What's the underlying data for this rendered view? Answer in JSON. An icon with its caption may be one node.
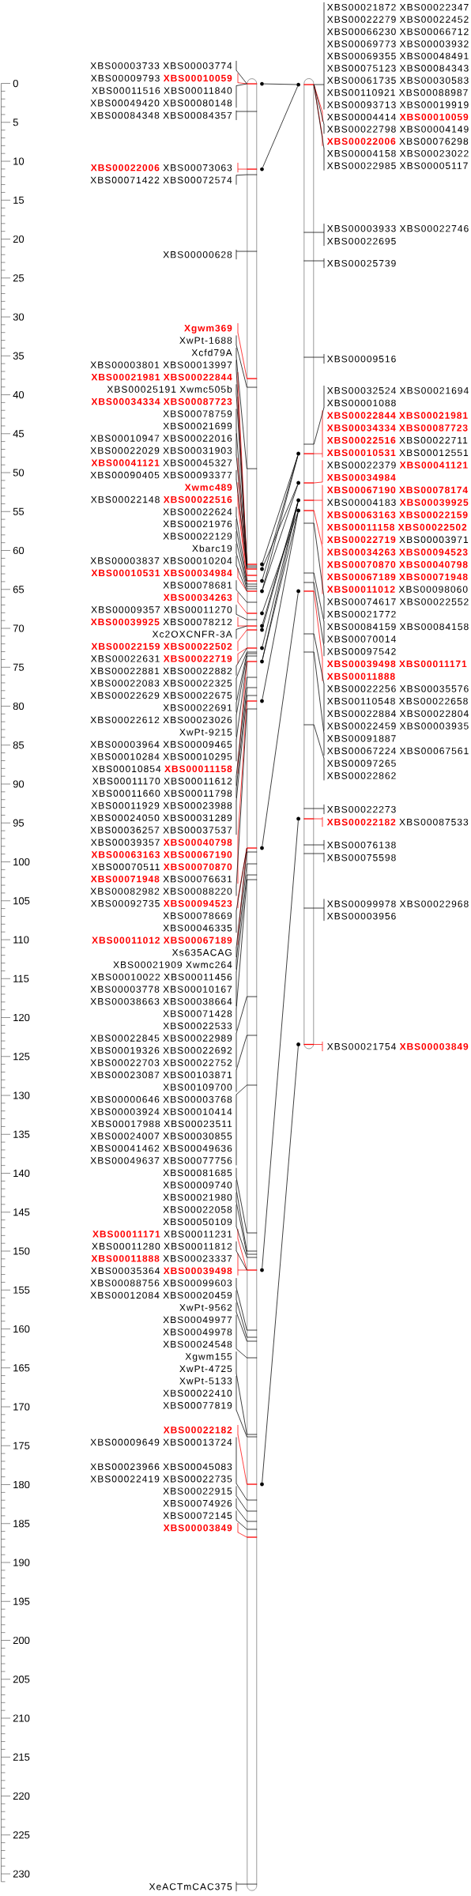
{
  "diagram": {
    "nodes": [
      {
        "text": [],
        "shape": "bar"
      },
      {
        "text": [],
        "shape": "bar"
      },
      {
        "text": [
          "XBS00003733 XBS00003774"
        ]
      },
      {
        "text": [
          "XBS00009793 **XBS00010059**"
        ]
      },
      {
        "text": [
          "XBS00011516 XBS00011840"
        ]
      },
      {
        "text": [
          "XBS00049420 XBS00080148"
        ]
      },
      {
        "text": [
          "XBS00084348 XBS00084357"
        ]
      },
      {
        "text": [
          "**XBS00022006** XBS00073063"
        ]
      },
      {
        "text": [
          "XBS00071422 XBS00072574"
        ]
      },
      {
        "text": [
          "XBS00000628"
        ]
      },
      {
        "text": [
          "Xgwm369"
        ]
      },
      {
        "text": [
          "XwPt-1688"
        ]
      },
      {
        "text": [
          "Xcfd79A"
        ]
      },
      {
        "text": [
          "XBS00003801 XBS00013997"
        ]
      },
      {
        "text": [
          "XBS00021981 XBS00022844"
        ]
      },
      {
        "text": [
          "XBS00025191 Xwmc505b"
        ]
      },
      {
        "text": [
          "XBS00034334 XBS00087723"
        ]
      },
      {
        "text": [
          "XBS00078759"
        ]
      },
      {
        "text": [
          "XBS00021699"
        ]
      },
      {
        "text": [
          "XBS00010947 XBS00022016"
        ]
      },
      {
        "text": [
          "XBS00022029 XBS00031903"
        ]
      },
      {
        "text": [
          "**XBS00041121** XBS00045327"
        ]
      },
      {
        "text": [
          "XBS00090405 XBS00093377"
        ]
      },
      {
        "text": [
          "Xwmc489"
        ]
      },
      {
        "text": [
          "XBS00022148 **XBS00022516**"
        ]
      },
      {
        "text": [
          "XBS00022624"
        ]
      },
      {
        "text": [
          "XBS00021976"
        ]
      },
      {
        "text": [
          "XBS00022129"
        ]
      },
      {
        "text": [
          "Xbarc19"
        ]
      },
      {
        "text": [
          "XBS00003837 XBS00010204"
        ]
      },
      {
        "text": [
          "XBS00010531 XBS00034984"
        ]
      },
      {
        "text": [
          "XBS00078681"
        ]
      },
      {
        "text": [
          "XBS00034263"
        ]
      },
      {
        "text": [
          "XBS00009357 XBS00011270"
        ]
      },
      {
        "text": [
          "**XBS00039925** XBS00078212"
        ]
      },
      {
        "text": [
          "Xc2OXCNFR-3A"
        ]
      },
      {
        "text": [
          "XBS00022159 XBS00022502"
        ]
      },
      {
        "text": [
          "XBS00022631 **XBS00022719**"
        ]
      },
      {
        "text": [
          "XBS00022881 XBS00022882"
        ]
      },
      {
        "text": [
          "XBS00022083 XBS00022325"
        ]
      },
      {
        "text": [
          "XBS00022629 XBS00022675"
        ]
      },
      {
        "text": [
          "XBS00022691"
        ]
      },
      {
        "text": [
          "XBS00022612 XBS00023026"
        ]
      },
      {
        "text": [
          "XwPt-9215"
        ]
      },
      {
        "text": [
          "XBS00003964 XBS00009465"
        ]
      },
      {
        "text": [
          "XBS00010284 XBS00010295"
        ]
      },
      {
        "text": [
          "XBS00010854 **XBS00011158**"
        ]
      },
      {
        "text": [
          "XBS00011170 XBS00011612"
        ]
      },
      {
        "text": [
          "XBS00011660 XBS00011798"
        ]
      },
      {
        "text": [
          "XBS00011929 XBS00023988"
        ]
      },
      {
        "text": [
          "XBS00024050 XBS00031289"
        ]
      },
      {
        "text": [
          "XBS00036257 XBS00037537"
        ]
      },
      {
        "text": [
          "XBS00039357 **XBS00040798**"
        ]
      },
      {
        "text": [
          "XBS00063163 XBS00067190"
        ]
      },
      {
        "text": [
          "XBS00070511 **XBS00070870**"
        ]
      },
      {
        "text": [
          "**XBS00071948** XBS00076631"
        ]
      },
      {
        "text": [
          "XBS00082982 XBS00088220"
        ]
      },
      {
        "text": [
          "XBS00092735 **XBS00094523**"
        ]
      },
      {
        "text": [
          "XBS00078669"
        ]
      },
      {
        "text": [
          "XBS00046335"
        ]
      },
      {
        "text": [
          "XBS00011012 XBS00067189"
        ]
      },
      {
        "text": [
          "Xs635ACAG"
        ]
      },
      {
        "text": [
          "XBS00021909 Xwmc264"
        ]
      },
      {
        "text": [
          "XBS00010022 XBS00011456"
        ]
      },
      {
        "text": [
          "XBS00003778 XBS00010167"
        ]
      },
      {
        "text": [
          "XBS00038663 XBS00038664"
        ]
      },
      {
        "text": [
          "XBS00071428"
        ]
      },
      {
        "text": [
          "XBS00022533"
        ]
      },
      {
        "text": [
          "XBS00022845 XBS00022989"
        ]
      },
      {
        "text": [
          "XBS00019326 XBS00022692"
        ]
      },
      {
        "text": [
          "XBS00022703 XBS00022752"
        ]
      },
      {
        "text": [
          "XBS00023087 XBS00103871"
        ]
      },
      {
        "text": [
          "XBS00109700"
        ]
      },
      {
        "text": [
          "XBS00000646 XBS00003768"
        ]
      },
      {
        "text": [
          "XBS00003924 XBS00010414"
        ]
      },
      {
        "text": [
          "XBS00017988 XBS00023511"
        ]
      },
      {
        "text": [
          "XBS00024007 XBS00030855"
        ]
      },
      {
        "text": [
          "XBS00041462 XBS00049636"
        ]
      },
      {
        "text": [
          "XBS00049637 XBS00077756"
        ]
      },
      {
        "text": [
          "XBS00081685"
        ]
      },
      {
        "text": [
          "XBS00009740"
        ]
      },
      {
        "text": [
          "XBS00021980"
        ]
      },
      {
        "text": [
          "XBS00022058"
        ]
      },
      {
        "text": [
          "XBS00050109"
        ]
      },
      {
        "text": [
          "**XBS00011171** XBS00011231"
        ]
      },
      {
        "text": [
          "XBS00011280 XBS00011812"
        ]
      },
      {
        "text": [
          "**XBS00011888** XBS00023337"
        ]
      },
      {
        "text": [
          "XBS00035364 **XBS00039498**"
        ]
      },
      {
        "text": [
          "XBS00088756 XBS00099603"
        ]
      },
      {
        "text": [
          "XBS00012084 XBS00020459"
        ]
      },
      {
        "text": [
          "XwPt-9562"
        ]
      },
      {
        "text": [
          "XBS00049977"
        ]
      },
      {
        "text": [
          "XBS00049978"
        ]
      },
      {
        "text": [
          "XBS00024548"
        ]
      },
      {
        "text": [
          "Xgwm155"
        ]
      },
      {
        "text": [
          "XwPt-4725"
        ]
      },
      {
        "text": [
          "XwPt-5133"
        ]
      },
      {
        "text": [
          "XBS00022410"
        ]
      },
      {
        "text": [
          "XBS00077819"
        ]
      },
      {
        "text": [
          "XBS00022182"
        ]
      },
      {
        "text": [
          "XBS00009649 XBS00013724"
        ]
      },
      {
        "text": [
          "XBS00023966 XBS00045083"
        ]
      },
      {
        "text": [
          "XBS00022419 XBS00022735"
        ]
      },
      {
        "text": [
          "XBS00022915"
        ]
      },
      {
        "text": [
          "XBS00074926"
        ]
      },
      {
        "text": [
          "XBS00072145"
        ]
      },
      {
        "text": [
          "XBS00003849"
        ]
      },
      {
        "text": [
          "XeACTmCAC375"
        ]
      },
      {
        "text": [
          "XBS00021872 XBS00022347"
        ]
      },
      {
        "text": [
          "XBS00022279 XBS00022452"
        ]
      },
      {
        "text": [
          "XBS00066230 XBS00066712"
        ]
      },
      {
        "text": [
          "XBS00069773 XBS00003932"
        ]
      },
      {
        "text": [
          "XBS00069355 XBS00048491"
        ]
      },
      {
        "text": [
          "XBS00075123 XBS00084343"
        ]
      },
      {
        "text": [
          "XBS00061735 XBS00030583"
        ]
      },
      {
        "text": [
          "XBS00110921 XBS00088987"
        ]
      },
      {
        "text": [
          "XBS00093713 XBS00019919"
        ]
      },
      {
        "text": [
          "XBS00004414 **XBS00010059**"
        ]
      },
      {
        "text": [
          "XBS00022798 XBS00004149"
        ]
      },
      {
        "text": [
          "**XBS00022006** XBS00076298"
        ]
      },
      {
        "text": [
          "XBS00004158 XBS00023022"
        ]
      },
      {
        "text": [
          "XBS00022985 XBS00005117"
        ]
      },
      {
        "text": [
          "XBS00003933 XBS00022746"
        ]
      },
      {
        "text": [
          "XBS00022695"
        ]
      },
      {
        "text": [
          "XBS00025739"
        ]
      },
      {
        "text": [
          "XBS00009516"
        ]
      },
      {
        "text": [
          "XBS00032524 XBS00021694"
        ]
      },
      {
        "text": [
          "XBS00001088"
        ]
      },
      {
        "text": [
          "XBS00022844 XBS00021981"
        ]
      },
      {
        "text": [
          "XBS00034334 XBS00087723"
        ]
      },
      {
        "text": [
          "**XBS00022516** XBS00022711"
        ]
      },
      {
        "text": [
          "**XBS00010531** XBS00012551"
        ]
      },
      {
        "text": [
          "XBS00022379 **XBS00041121**"
        ]
      },
      {
        "text": [
          "XBS00034984"
        ]
      },
      {
        "text": [
          "XBS00067190 XBS00078174"
        ]
      },
      {
        "text": [
          "XBS00004183 **XBS00039925**"
        ]
      },
      {
        "text": [
          "XBS00063163 XBS00022159"
        ]
      },
      {
        "text": [
          "XBS00011158 XBS00022502"
        ]
      },
      {
        "text": [
          "**XBS00022719** XBS00003971"
        ]
      },
      {
        "text": [
          "XBS00034263 XBS00094523"
        ]
      },
      {
        "text": [
          "XBS00070870 XBS00040798"
        ]
      },
      {
        "text": [
          "XBS00067189 XBS00071948"
        ]
      },
      {
        "text": [
          "**XBS00011012** XBS00098060"
        ]
      },
      {
        "text": [
          "XBS00074617 XBS00022552"
        ]
      },
      {
        "text": [
          "XBS00021772"
        ]
      },
      {
        "text": [
          "XBS00084159 XBS00084158"
        ]
      },
      {
        "text": [
          "XBS00070014"
        ]
      },
      {
        "text": [
          "XBS00097542"
        ]
      },
      {
        "text": [
          "XBS00039498 XBS00011171"
        ]
      },
      {
        "text": [
          "XBS00011888"
        ]
      },
      {
        "text": [
          "XBS00022256 XBS00035576"
        ]
      },
      {
        "text": [
          "XBS00110548 XBS00022658"
        ]
      },
      {
        "text": [
          "XBS00022884 XBS00022804"
        ]
      },
      {
        "text": [
          "XBS00022459 XBS00003935"
        ]
      },
      {
        "text": [
          "XBS00091887"
        ]
      },
      {
        "text": [
          "XBS00067224 XBS00067561"
        ]
      },
      {
        "text": [
          "XBS00097265"
        ]
      },
      {
        "text": [
          "XBS00022862"
        ]
      },
      {
        "text": [
          "XBS00022273"
        ]
      },
      {
        "text": [
          "**XBS00022182** XBS00087533"
        ]
      },
      {
        "text": [
          "XBS00076138"
        ]
      },
      {
        "text": [
          "XBS00075598"
        ]
      },
      {
        "text": [
          "XBS00099978 XBS00022968"
        ]
      },
      {
        "text": [
          "XBS00003956"
        ]
      },
      {
        "text": [
          "XBS00021754 **XBS00003849**"
        ]
      },
      {
        "text": [],
        "shape": "circle"
      },
      {
        "text": [],
        "shape": "circle"
      },
      {
        "text": [],
        "shape": "circle"
      },
      {
        "text": [],
        "shape": "circle"
      },
      {
        "text": [],
        "shape": "circle"
      },
      {
        "text": [],
        "shape": "circle"
      },
      {
        "text": [],
        "shape": "circle"
      },
      {
        "text": [],
        "shape": "circle"
      },
      {
        "text": [],
        "shape": "circle"
      },
      {
        "text": [],
        "shape": "circle"
      },
      {
        "text": [],
        "shape": "circle"
      },
      {
        "text": [],
        "shape": "circle"
      },
      {
        "text": [],
        "shape": "circle"
      },
      {
        "text": [],
        "shape": "circle"
      },
      {
        "text": [],
        "shape": "circle"
      },
      {
        "text": [],
        "shape": "circle"
      },
      {
        "text": [],
        "shape": "circle"
      },
      {
        "text": [],
        "shape": "circle"
      },
      {
        "text": [],
        "shape": "circle"
      },
      {
        "text": [],
        "shape": "circle"
      },
      {
        "text": [],
        "shape": "circle"
      },
      {
        "text": [],
        "shape": "circle"
      },
      {
        "text": [],
        "shape": "circle"
      }
    ],
    "edges": [
      {
        "from": 2,
        "to": 0,
        "arrow": "none"
      },
      {
        "from": 3,
        "to": 0,
        "arrow": "none",
        "color": "#ff0000"
      },
      {
        "from": 4,
        "to": 0,
        "arrow": "none"
      },
      {
        "from": 5,
        "to": 0,
        "arrow": "none"
      },
      {
        "from": 6,
        "to": 0,
        "arrow": "none"
      },
      {
        "from": 7,
        "to": 0,
        "arrow": "none",
        "color": "#ff0000"
      },
      {
        "from": 8,
        "to": 0,
        "arrow": "none"
      },
      {
        "from": 9,
        "to": 0,
        "arrow": "none"
      },
      {
        "from": 10,
        "to": 0,
        "arrow": "none",
        "color": "#ff0000"
      },
      {
        "from": 11,
        "to": 0,
        "arrow": "none"
      },
      {
        "from": 12,
        "to": 0,
        "arrow": "none"
      },
      {
        "from": 13,
        "to": 0,
        "arrow": "none"
      },
      {
        "from": 14,
        "to": 0,
        "arrow": "none",
        "color": "#ff0000"
      },
      {
        "from": 15,
        "to": 0,
        "arrow": "none"
      },
      {
        "from": 16,
        "to": 0,
        "arrow": "none",
        "color": "#ff0000"
      },
      {
        "from": 17,
        "to": 0,
        "arrow": "none"
      },
      {
        "from": 18,
        "to": 0,
        "arrow": "none"
      },
      {
        "from": 19,
        "to": 0,
        "arrow": "none"
      },
      {
        "from": 20,
        "to": 0,
        "arrow": "none"
      },
      {
        "from": 21,
        "to": 0,
        "arrow": "none",
        "color": "#ff0000"
      },
      {
        "from": 22,
        "to": 0,
        "arrow": "none"
      },
      {
        "from": 23,
        "to": 0,
        "arrow": "none",
        "color": "#ff0000"
      },
      {
        "from": 24,
        "to": 0,
        "arrow": "none",
        "color": "#ff0000"
      },
      {
        "from": 25,
        "to": 0,
        "arrow": "none"
      },
      {
        "from": 26,
        "to": 0,
        "arrow": "none"
      },
      {
        "from": 27,
        "to": 0,
        "arrow": "none"
      },
      {
        "from": 28,
        "to": 0,
        "arrow": "none"
      },
      {
        "from": 29,
        "to": 0,
        "arrow": "none"
      },
      {
        "from": 30,
        "to": 0,
        "arrow": "none",
        "color": "#ff0000"
      },
      {
        "from": 31,
        "to": 0,
        "arrow": "none"
      },
      {
        "from": 32,
        "to": 0,
        "arrow": "none",
        "color": "#ff0000"
      },
      {
        "from": 33,
        "to": 0,
        "arrow": "none"
      },
      {
        "from": 34,
        "to": 0,
        "arrow": "none",
        "color": "#ff0000"
      },
      {
        "from": 35,
        "to": 0,
        "arrow": "none"
      },
      {
        "from": 36,
        "to": 0,
        "arrow": "none",
        "color": "#ff0000"
      },
      {
        "from": 37,
        "to": 0,
        "arrow": "none",
        "color": "#ff0000"
      },
      {
        "from": 38,
        "to": 0,
        "arrow": "none"
      },
      {
        "from": 39,
        "to": 0,
        "arrow": "none"
      },
      {
        "from": 40,
        "to": 0,
        "arrow": "none"
      },
      {
        "from": 41,
        "to": 0,
        "arrow": "none"
      },
      {
        "from": 42,
        "to": 0,
        "arrow": "none"
      },
      {
        "from": 43,
        "to": 0,
        "arrow": "none"
      },
      {
        "from": 44,
        "to": 0,
        "arrow": "none"
      },
      {
        "from": 45,
        "to": 0,
        "arrow": "none"
      },
      {
        "from": 46,
        "to": 0,
        "arrow": "none",
        "color": "#ff0000"
      },
      {
        "from": 47,
        "to": 0,
        "arrow": "none"
      },
      {
        "from": 48,
        "to": 0,
        "arrow": "none"
      },
      {
        "from": 49,
        "to": 0,
        "arrow": "none"
      },
      {
        "from": 50,
        "to": 0,
        "arrow": "none"
      },
      {
        "from": 51,
        "to": 0,
        "arrow": "none"
      },
      {
        "from": 52,
        "to": 0,
        "arrow": "none",
        "color": "#ff0000"
      },
      {
        "from": 53,
        "to": 0,
        "arrow": "none",
        "color": "#ff0000"
      },
      {
        "from": 54,
        "to": 0,
        "arrow": "none",
        "color": "#ff0000"
      },
      {
        "from": 55,
        "to": 0,
        "arrow": "none",
        "color": "#ff0000"
      },
      {
        "from": 56,
        "to": 0,
        "arrow": "none"
      },
      {
        "from": 57,
        "to": 0,
        "arrow": "none",
        "color": "#ff0000"
      },
      {
        "from": 58,
        "to": 0,
        "arrow": "none"
      },
      {
        "from": 59,
        "to": 0,
        "arrow": "none"
      },
      {
        "from": 60,
        "to": 0,
        "arrow": "none",
        "color": "#ff0000"
      },
      {
        "from": 61,
        "to": 0,
        "arrow": "none"
      },
      {
        "from": 62,
        "to": 0,
        "arrow": "none"
      },
      {
        "from": 63,
        "to": 0,
        "arrow": "none"
      },
      {
        "from": 64,
        "to": 0,
        "arrow": "none"
      },
      {
        "from": 65,
        "to": 0,
        "arrow": "none"
      },
      {
        "from": 66,
        "to": 0,
        "arrow": "none"
      },
      {
        "from": 67,
        "to": 0,
        "arrow": "none"
      },
      {
        "from": 68,
        "to": 0,
        "arrow": "none"
      },
      {
        "from": 69,
        "to": 0,
        "arrow": "none"
      },
      {
        "from": 70,
        "to": 0,
        "arrow": "none"
      },
      {
        "from": 71,
        "to": 0,
        "arrow": "none"
      },
      {
        "from": 72,
        "to": 0,
        "arrow": "none"
      },
      {
        "from": 73,
        "to": 0,
        "arrow": "none"
      },
      {
        "from": 74,
        "to": 0,
        "arrow": "none"
      },
      {
        "from": 75,
        "to": 0,
        "arrow": "none"
      },
      {
        "from": 76,
        "to": 0,
        "arrow": "none"
      },
      {
        "from": 77,
        "to": 0,
        "arrow": "none"
      },
      {
        "from": 78,
        "to": 0,
        "arrow": "none"
      },
      {
        "from": 79,
        "to": 0,
        "arrow": "none"
      },
      {
        "from": 80,
        "to": 0,
        "arrow": "none"
      },
      {
        "from": 81,
        "to": 0,
        "arrow": "none"
      },
      {
        "from": 82,
        "to": 0,
        "arrow": "none"
      },
      {
        "from": 83,
        "to": 0,
        "arrow": "none"
      },
      {
        "from": 84,
        "to": 0,
        "arrow": "none",
        "color": "#ff0000"
      },
      {
        "from": 85,
        "to": 0,
        "arrow": "none"
      },
      {
        "from": 86,
        "to": 0,
        "arrow": "none",
        "color": "#ff0000"
      },
      {
        "from": 87,
        "to": 0,
        "arrow": "none",
        "color": "#ff0000"
      },
      {
        "from": 88,
        "to": 0,
        "arrow": "none"
      },
      {
        "from": 89,
        "to": 0,
        "arrow": "none"
      },
      {
        "from": 90,
        "to": 0,
        "arrow": "none"
      },
      {
        "from": 91,
        "to": 0,
        "arrow": "none"
      },
      {
        "from": 92,
        "to": 0,
        "arrow": "none"
      },
      {
        "from": 93,
        "to": 0,
        "arrow": "none"
      },
      {
        "from": 94,
        "to": 0,
        "arrow": "none"
      },
      {
        "from": 95,
        "to": 0,
        "arrow": "none"
      },
      {
        "from": 96,
        "to": 0,
        "arrow": "none"
      },
      {
        "from": 97,
        "to": 0,
        "arrow": "none"
      },
      {
        "from": 98,
        "to": 0,
        "arrow": "none"
      },
      {
        "from": 99,
        "to": 0,
        "arrow": "none",
        "color": "#ff0000"
      },
      {
        "from": 100,
        "to": 0,
        "arrow": "none"
      },
      {
        "from": 101,
        "to": 0,
        "arrow": "none"
      },
      {
        "from": 102,
        "to": 0,
        "arrow": "none"
      },
      {
        "from": 103,
        "to": 0,
        "arrow": "none"
      },
      {
        "from": 104,
        "to": 0,
        "arrow": "none"
      },
      {
        "from": 105,
        "to": 0,
        "arrow": "none"
      },
      {
        "from": 106,
        "to": 0,
        "arrow": "none",
        "color": "#ff0000"
      },
      {
        "from": 107,
        "to": 0,
        "arrow": "none"
      },
      {
        "from": 108,
        "to": 1,
        "arrow": "none"
      },
      {
        "from": 109,
        "to": 1,
        "arrow": "none"
      },
      {
        "from": 110,
        "to": 1,
        "arrow": "none"
      },
      {
        "from": 111,
        "to": 1,
        "arrow": "none"
      },
      {
        "from": 112,
        "to": 1,
        "arrow": "none"
      },
      {
        "from": 113,
        "to": 1,
        "arrow": "none"
      },
      {
        "from": 114,
        "to": 1,
        "arrow": "none"
      },
      {
        "from": 115,
        "to": 1,
        "arrow": "none"
      },
      {
        "from": 116,
        "to": 1,
        "arrow": "none"
      },
      {
        "from": 117,
        "to": 1,
        "arrow": "none",
        "color": "#ff0000"
      },
      {
        "from": 118,
        "to": 1,
        "arrow": "none"
      },
      {
        "from": 119,
        "to": 1,
        "arrow": "none",
        "color": "#ff0000"
      },
      {
        "from": 120,
        "to": 1,
        "arrow": "none"
      },
      {
        "from": 121,
        "to": 1,
        "arrow": "none"
      },
      {
        "from": 122,
        "to": 1,
        "arrow": "none"
      },
      {
        "from": 123,
        "to": 1,
        "arrow": "none"
      },
      {
        "from": 124,
        "to": 1,
        "arrow": "none"
      },
      {
        "from": 125,
        "to": 1,
        "arrow": "none"
      },
      {
        "from": 126,
        "to": 1,
        "arrow": "none"
      },
      {
        "from": 127,
        "to": 1,
        "arrow": "none"
      },
      {
        "from": 128,
        "to": 1,
        "arrow": "none",
        "color": "#ff0000"
      },
      {
        "from": 129,
        "to": 1,
        "arrow": "none",
        "color": "#ff0000"
      },
      {
        "from": 130,
        "to": 1,
        "arrow": "none",
        "color": "#ff0000"
      },
      {
        "from": 131,
        "to": 1,
        "arrow": "none",
        "color": "#ff0000"
      },
      {
        "from": 132,
        "to": 1,
        "arrow": "none",
        "color": "#ff0000"
      },
      {
        "from": 133,
        "to": 1,
        "arrow": "none",
        "color": "#ff0000"
      },
      {
        "from": 134,
        "to": 1,
        "arrow": "none",
        "color": "#ff0000"
      },
      {
        "from": 135,
        "to": 1,
        "arrow": "none",
        "color": "#ff0000"
      },
      {
        "from": 136,
        "to": 1,
        "arrow": "none",
        "color": "#ff0000"
      },
      {
        "from": 137,
        "to": 1,
        "arrow": "none",
        "color": "#ff0000"
      },
      {
        "from": 138,
        "to": 1,
        "arrow": "none",
        "color": "#ff0000"
      },
      {
        "from": 139,
        "to": 1,
        "arrow": "none",
        "color": "#ff0000"
      },
      {
        "from": 140,
        "to": 1,
        "arrow": "none",
        "color": "#ff0000"
      },
      {
        "from": 141,
        "to": 1,
        "arrow": "none",
        "color": "#ff0000"
      },
      {
        "from": 142,
        "to": 1,
        "arrow": "none",
        "color": "#ff0000"
      },
      {
        "from": 143,
        "to": 1,
        "arrow": "none"
      },
      {
        "from": 144,
        "to": 1,
        "arrow": "none"
      },
      {
        "from": 145,
        "to": 1,
        "arrow": "none"
      },
      {
        "from": 146,
        "to": 1,
        "arrow": "none"
      },
      {
        "from": 147,
        "to": 1,
        "arrow": "none"
      },
      {
        "from": 148,
        "to": 1,
        "arrow": "none",
        "color": "#ff0000"
      },
      {
        "from": 149,
        "to": 1,
        "arrow": "none",
        "color": "#ff0000"
      },
      {
        "from": 150,
        "to": 1,
        "arrow": "none"
      },
      {
        "from": 151,
        "to": 1,
        "arrow": "none"
      },
      {
        "from": 152,
        "to": 1,
        "arrow": "none"
      },
      {
        "from": 153,
        "to": 1,
        "arrow": "none"
      },
      {
        "from": 154,
        "to": 1,
        "arrow": "none"
      },
      {
        "from": 155,
        "to": 1,
        "arrow": "none"
      },
      {
        "from": 156,
        "to": 1,
        "arrow": "none"
      },
      {
        "from": 157,
        "to": 1,
        "arrow": "none"
      },
      {
        "from": 158,
        "to": 1,
        "arrow": "none"
      },
      {
        "from": 159,
        "to": 1,
        "arrow": "none",
        "color": "#ff0000"
      },
      {
        "from": 160,
        "to": 1,
        "arrow": "none"
      },
      {
        "from": 161,
        "to": 1,
        "arrow": "none"
      },
      {
        "from": 162,
        "to": 1,
        "arrow": "none"
      },
      {
        "from": 163,
        "to": 1,
        "arrow": "none"
      },
      {
        "from": 164,
        "to": 1,
        "arrow": "none",
        "color": "#ff0000"
      },
      {
        "from": 165,
        "to": 180,
        "arrow": "none"
      },
      {
        "from": 166,
        "to": 180,
        "arrow": "none"
      },
      {
        "from": 167,
        "to": 181,
        "arrow": "none"
      },
      {
        "from": 168,
        "to": 182,
        "arrow": "none"
      },
      {
        "from": 169,
        "to": 181,
        "arrow": "none"
      },
      {
        "from": 170,
        "to": 181,
        "arrow": "none"
      },
      {
        "from": 170,
        "to": 182,
        "arrow": "none"
      },
      {
        "from": 171,
        "to": 184,
        "arrow": "none"
      },
      {
        "from": 172,
        "to": 183,
        "arrow": "none"
      },
      {
        "from": 173,
        "to": 183,
        "arrow": "none"
      },
      {
        "from": 174,
        "to": 183,
        "arrow": "none"
      },
      {
        "from": 175,
        "to": 183,
        "arrow": "none"
      },
      {
        "from": 175,
        "to": 184,
        "arrow": "none"
      },
      {
        "from": 176,
        "to": 184,
        "arrow": "none"
      },
      {
        "from": 177,
        "to": 185,
        "arrow": "none"
      },
      {
        "from": 178,
        "to": 186,
        "arrow": "none"
      },
      {
        "from": 179,
        "to": 187,
        "arrow": "none"
      }
    ],
    "labels": [
      "0",
      "5",
      "10",
      "15",
      "20",
      "25",
      "30",
      "35",
      "40",
      "45",
      "50",
      "55",
      "60",
      "65",
      "70",
      "75",
      "80",
      "85",
      "90",
      "95",
      "100",
      "105",
      "110",
      "115",
      "120",
      "125",
      "130",
      "135",
      "140",
      "145",
      "150",
      "155",
      "160",
      "165",
      "170",
      "175",
      "180",
      "185",
      "190",
      "195",
      "200",
      "205",
      "210",
      "215",
      "220",
      "225",
      "230"
    ]
  }
}
